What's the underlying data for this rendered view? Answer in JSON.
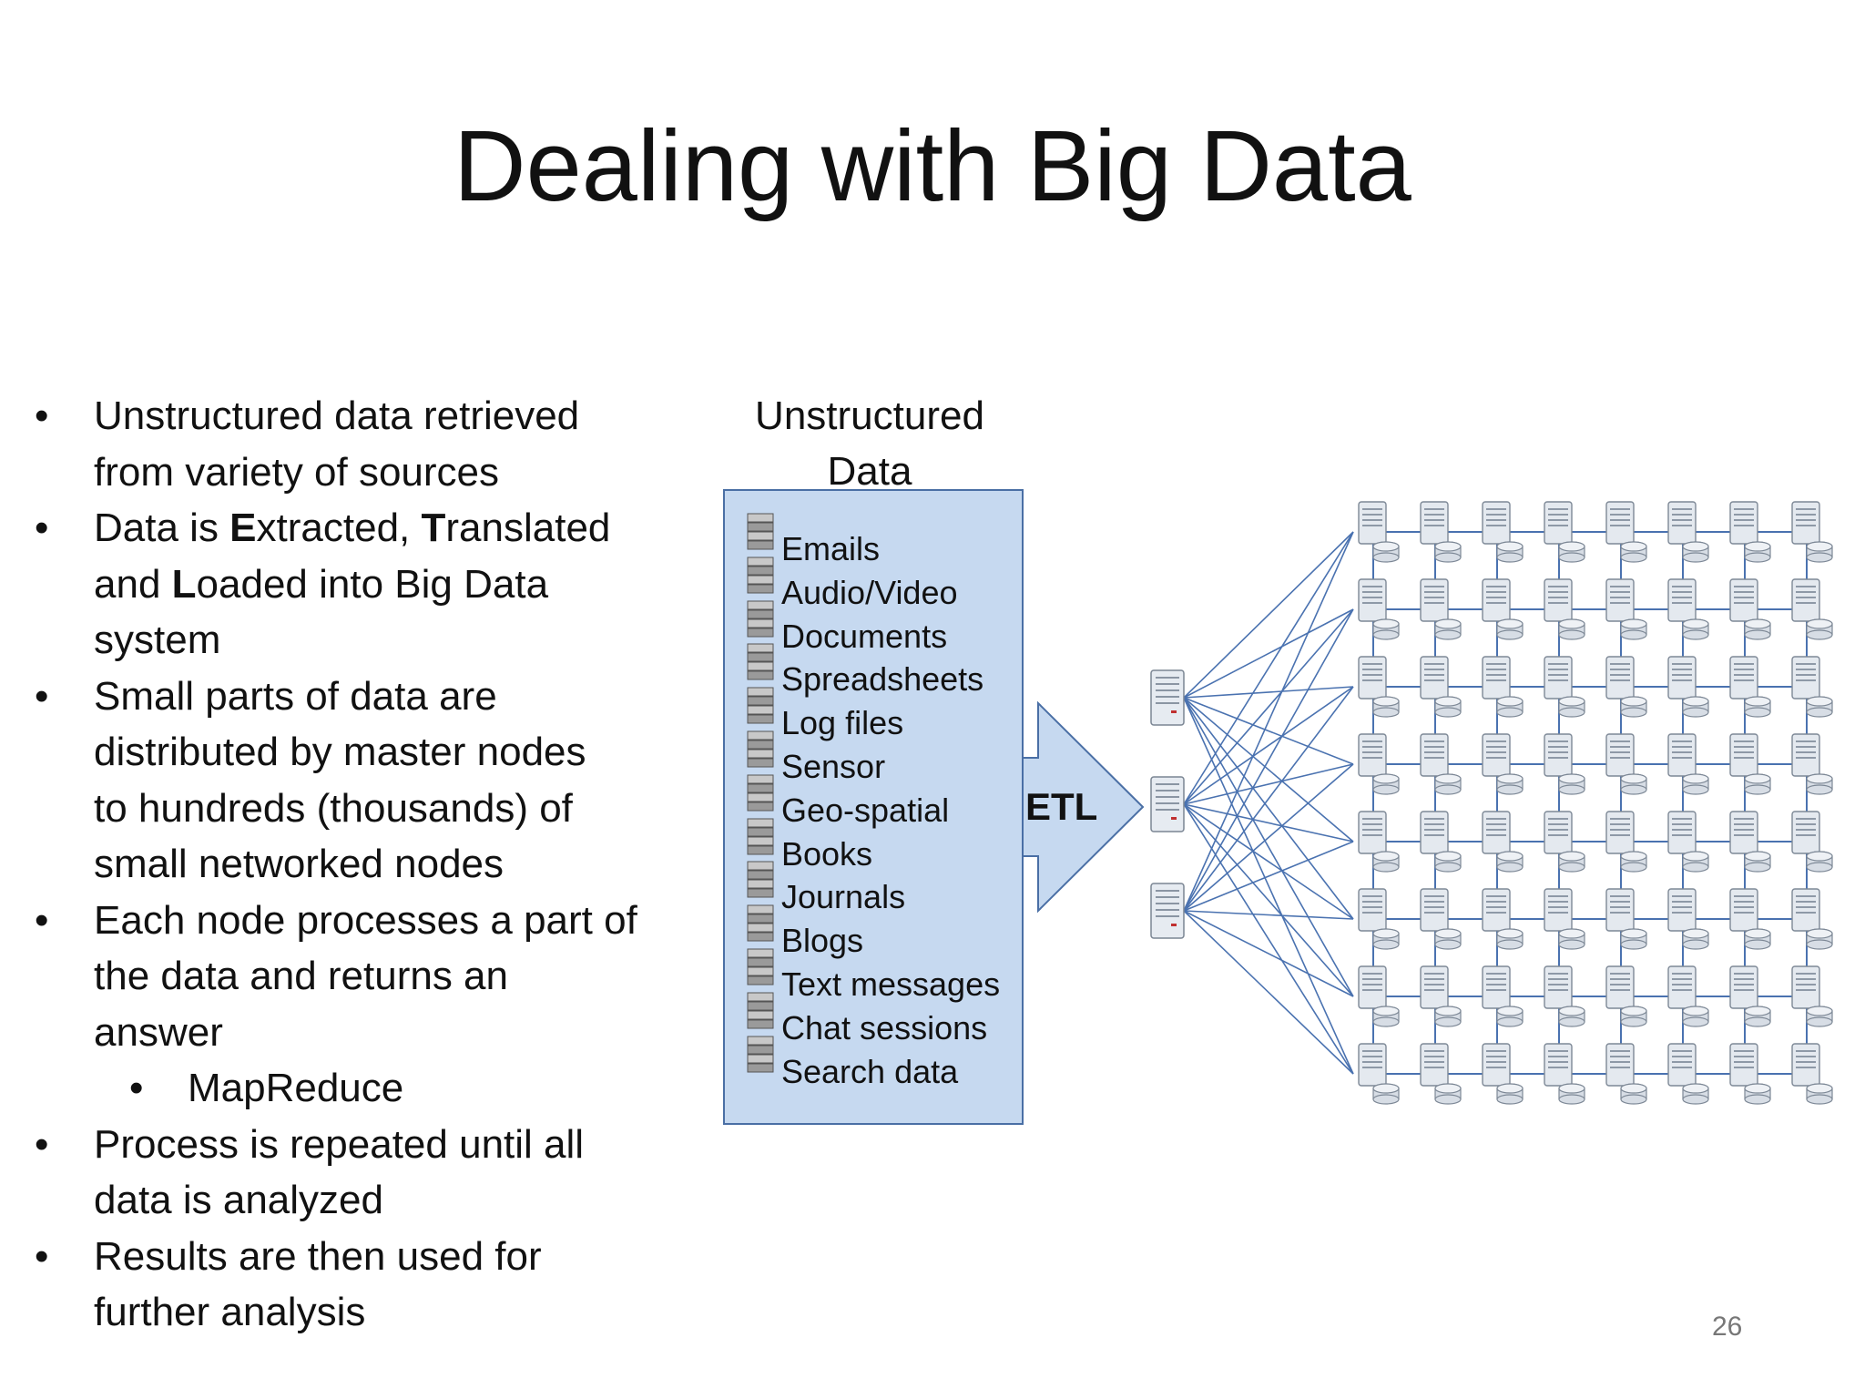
{
  "slide": {
    "title": "Dealing with Big Data",
    "page_number": "26"
  },
  "bullets": [
    {
      "lines": [
        "Unstructured data retrieved",
        "from variety of sources"
      ]
    },
    {
      "lines": [
        "Data is Extracted, Translated",
        "and Loaded into Big Data",
        "system"
      ]
    },
    {
      "lines": [
        "Small parts of data are",
        "distributed by master nodes",
        "to hundreds (thousands) of",
        "small networked nodes"
      ]
    },
    {
      "lines": [
        "Each node processes a part of",
        "the data and returns an",
        "answer"
      ]
    },
    {
      "lines": [
        "MapReduce"
      ],
      "sub": true
    },
    {
      "lines": [
        "Process is repeated until all",
        "data is analyzed"
      ]
    },
    {
      "lines": [
        "Results are then used for",
        "further analysis"
      ]
    }
  ],
  "etl_emphasis": {
    "e": "E",
    "xtracted": "xtracted, ",
    "t": "T",
    "ranslated": "ranslated",
    "and": "and ",
    "l": "L",
    "oaded": "oaded into Big Data"
  },
  "diagram": {
    "sources_header_line1": "Unstructured",
    "sources_header_line2": "Data",
    "sources": [
      "Emails",
      "Audio/Video",
      "Documents",
      "Spreadsheets",
      "Log files",
      "Sensor",
      "Geo-spatial",
      "Books",
      "Journals",
      "Blogs",
      "Text messages",
      "Chat sessions",
      "Search data"
    ],
    "arrow_label": "ETL",
    "master_nodes": 3,
    "grid_rows": 8,
    "grid_cols": 8,
    "icons": {
      "source": "database-icon",
      "master": "server-icon",
      "worker": "server-with-disk-icon"
    },
    "colors": {
      "box_fill": "#c6d9f0",
      "box_border": "#4a6fa5",
      "link_line": "#4a72b0"
    }
  }
}
